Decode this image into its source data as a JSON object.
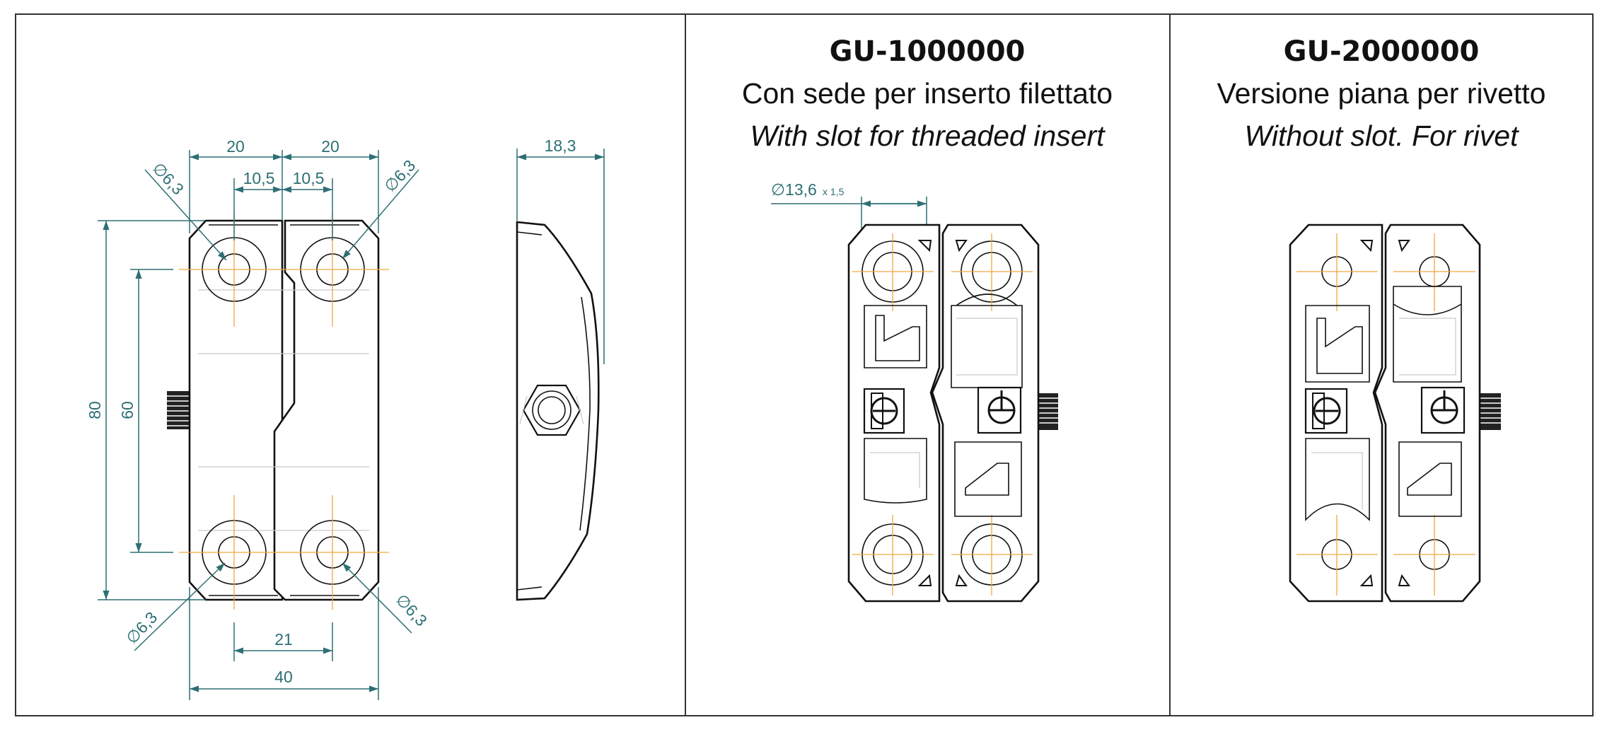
{
  "variants": [
    {
      "code": "GU-1000000",
      "description_it": "Con sede per inserto filettato",
      "description_en": "With slot for threaded insert",
      "insert_dimension": "∅13,6",
      "insert_pitch": "x 1,5"
    },
    {
      "code": "GU-2000000",
      "description_it": "Versione piana per rivetto",
      "description_en": "Without slot. For rivet"
    }
  ],
  "dimensions": {
    "width_top_left": "20",
    "width_top_right": "20",
    "hole_offset_left": "10,5",
    "hole_offset_right": "10,5",
    "hole_diameter_tl": "∅6,3",
    "hole_diameter_tr": "∅6,3",
    "hole_diameter_bl": "∅6,3",
    "hole_diameter_br": "∅6,3",
    "overall_height": "80",
    "hole_spacing_vertical": "60",
    "hole_spacing_bottom": "21",
    "overall_width": "40",
    "side_thickness": "18,3"
  },
  "colors": {
    "dimension_lines": "#2d6f74",
    "center_lines": "#f0a640",
    "outline": "#111111",
    "frame": "#333333"
  }
}
